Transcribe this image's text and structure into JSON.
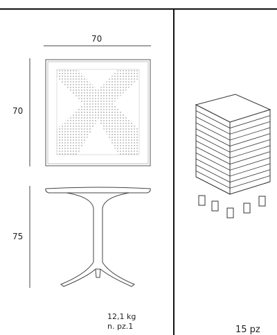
{
  "table": {
    "top_width_label": "70",
    "top_depth_label": "70",
    "height_label": "75",
    "weight_label": "12,1 kg",
    "pieces_label": "n. pz.1"
  },
  "pallet": {
    "quantity_label": "15 pz",
    "stack_count": 15
  }
}
